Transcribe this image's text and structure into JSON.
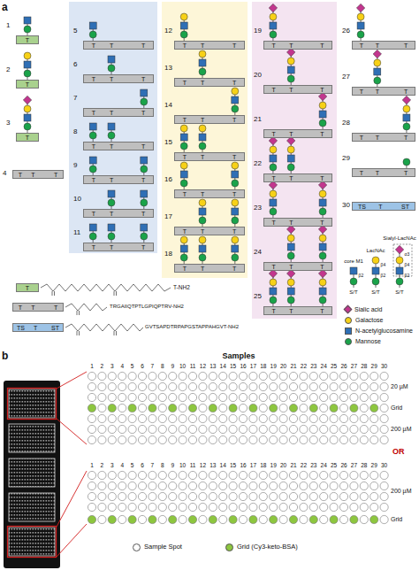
{
  "diagram": {
    "nodes": [
      {
        "text": [
          "T"
        ]
      },
      {
        "text": [
          "T"
        ]
      },
      {
        "text": [
          "T"
        ]
      },
      {
        "text": [
          "T",
          "T",
          "T"
        ]
      },
      {
        "text": [
          "T",
          "T",
          "T"
        ]
      },
      {
        "text": [
          "T",
          "T",
          "T"
        ]
      },
      {
        "text": [
          "T",
          "T",
          "T"
        ]
      },
      {
        "text": [
          "T",
          "T",
          "T"
        ]
      },
      {
        "text": [
          "T",
          "T",
          "T"
        ]
      },
      {
        "text": [
          "T",
          "T",
          "T"
        ]
      },
      {
        "text": [
          "T",
          "T",
          "T"
        ]
      },
      {
        "text": [
          "T",
          "T",
          "T"
        ]
      },
      {
        "text": [
          "T",
          "T",
          "T"
        ]
      },
      {
        "text": [
          "T",
          "T",
          "T"
        ]
      },
      {
        "text": [
          "T",
          "T",
          "T"
        ]
      },
      {
        "text": [
          "T",
          "T",
          "T"
        ]
      },
      {
        "text": [
          "T",
          "T",
          "T"
        ]
      },
      {
        "text": [
          "T",
          "T",
          "T"
        ]
      },
      {
        "text": [
          "T",
          "T",
          "T"
        ]
      },
      {
        "text": [
          "T",
          "T",
          "T"
        ]
      },
      {
        "text": [
          "T",
          "T",
          "T"
        ]
      },
      {
        "text": [
          "T",
          "T",
          "T"
        ]
      },
      {
        "text": [
          "T",
          "T",
          "T"
        ]
      },
      {
        "text": [
          "T",
          "T",
          "T"
        ]
      },
      {
        "text": [
          "T",
          "T",
          "T"
        ]
      },
      {
        "text": [
          "T",
          "T",
          "T"
        ]
      },
      {
        "text": [
          "T",
          "T",
          "T"
        ]
      },
      {
        "text": [
          "T",
          "T",
          "T"
        ]
      },
      {
        "text": [
          "T",
          "T",
          "T"
        ]
      },
      {
        "text": [
          "TS",
          "T",
          "ST"
        ]
      },
      {
        "text": [
          "T"
        ]
      },
      {
        "text": [
          "T",
          "T",
          "T"
        ]
      },
      {
        "text": [
          "TS",
          "T",
          "ST"
        ]
      }
    ],
    "labels": [
      "a",
      "1",
      "2",
      "3",
      "4",
      "5",
      "6",
      "7",
      "8",
      "9",
      "10",
      "11",
      "12",
      "13",
      "14",
      "15",
      "16",
      "17",
      "18",
      "19",
      "20",
      "21",
      "22",
      "23",
      "24",
      "25",
      "26",
      "27",
      "28",
      "29",
      "30",
      "T-NH2",
      "TRGAIIQTPTLGPIQPTRV-NH2",
      "GVTSAPDTRPAPGSTAPPAHGVT-NH2",
      "core M1",
      "LacNAc",
      "Sialyl-LacNAc",
      "S/T",
      "S/T",
      "S/T",
      "β2",
      "β4",
      "β2",
      "α3",
      "β4",
      "β2",
      "b",
      "Samples",
      "1",
      "2",
      "3",
      "4",
      "5",
      "6",
      "7",
      "8",
      "9",
      "10",
      "11",
      "12",
      "13",
      "14",
      "15",
      "16",
      "17",
      "18",
      "19",
      "20",
      "21",
      "22",
      "23",
      "24",
      "25",
      "26",
      "27",
      "28",
      "29",
      "30",
      "20 µM",
      "Grid",
      "200 µM",
      "OR",
      "1",
      "2",
      "3",
      "4",
      "5",
      "6",
      "7",
      "8",
      "9",
      "10",
      "11",
      "12",
      "13",
      "14",
      "15",
      "16",
      "17",
      "18",
      "19",
      "20",
      "21",
      "22",
      "23",
      "24",
      "25",
      "26",
      "27",
      "28",
      "29",
      "30",
      "200 µM",
      "Grid"
    ],
    "legend": [
      {
        "text": "Sialic acid",
        "color": "#c2368e"
      },
      {
        "text": "Galactose",
        "color": "#f7d117"
      },
      {
        "text": "N-acetylglucosamine",
        "color": "#2f6fb5"
      },
      {
        "text": "Mannose",
        "color": "#1aa34a"
      },
      {
        "text": "Sample Spot",
        "color": "#ffffff"
      },
      {
        "text": "Grid (Cy3-keto-BSA)",
        "color": "#8dc63f"
      }
    ]
  }
}
